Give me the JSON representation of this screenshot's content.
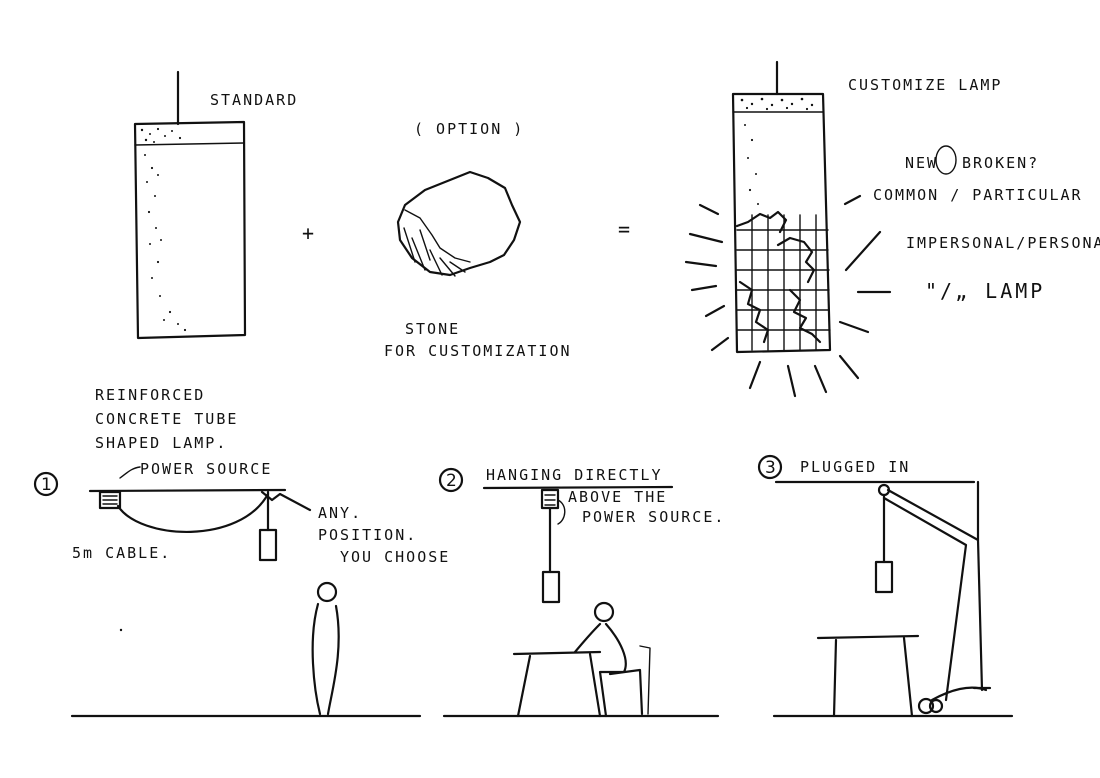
{
  "labels": {
    "standard": "STANDARD",
    "option": "( OPTION )",
    "stone_line1": "STONE",
    "stone_line2": "FOR CUSTOMIZATION",
    "customize": "CUSTOMIZE LAMP",
    "new": "NEW",
    "broken": "BROKEN?",
    "common_particular": "COMMON / PARTICULAR",
    "impersonal": "IMPERSONAL/PERSONAL",
    "lamp": "\"/„ LAMP",
    "reinforced_line1": "REINFORCED",
    "reinforced_line2": "CONCRETE TUBE",
    "reinforced_line3": "SHAPED LAMP.",
    "plus": "+",
    "equals": "="
  },
  "steps": [
    {
      "number": "1",
      "title": "POWER SOURCE",
      "notes": [
        "ANY.",
        "POSITION.",
        "YOU CHOOSE"
      ],
      "cable": "5m CABLE."
    },
    {
      "number": "2",
      "title": "HANGING DIRECTLY",
      "notes": [
        "ABOVE THE",
        "POWER SOURCE."
      ]
    },
    {
      "number": "3",
      "title": "PLUGGED IN"
    }
  ]
}
